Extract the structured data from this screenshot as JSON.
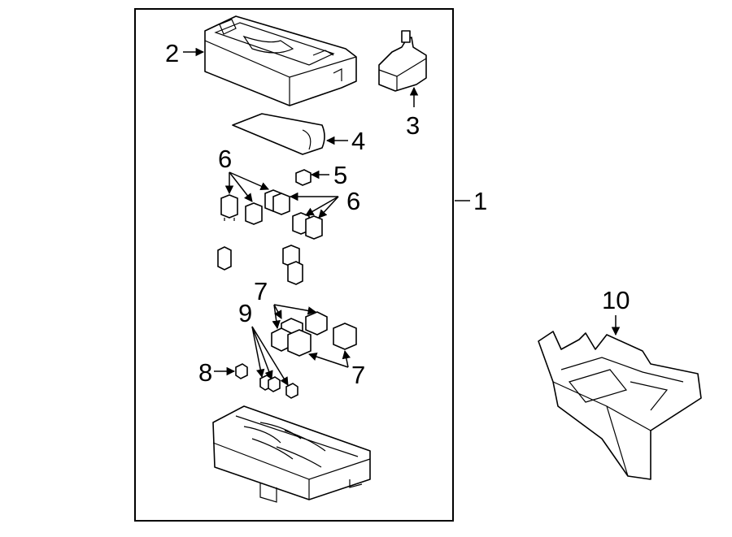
{
  "callouts": {
    "c1": "1",
    "c2": "2",
    "c3": "3",
    "c4": "4",
    "c5": "5",
    "c6a": "6",
    "c6b": "6",
    "c7a": "7",
    "c7b": "7",
    "c8": "8",
    "c9": "9",
    "c10": "10"
  }
}
